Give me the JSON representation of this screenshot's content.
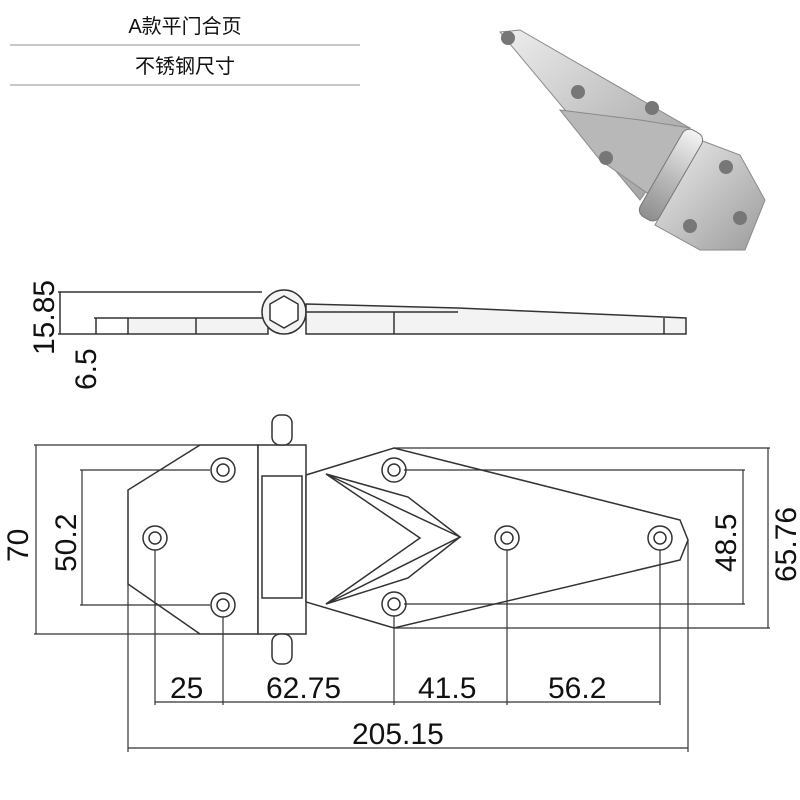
{
  "header": {
    "title": "A款平门合页",
    "subtitle": "不锈钢尺寸"
  },
  "side_view": {
    "dim_total_height": "15.85",
    "dim_plate_thickness": "6.5"
  },
  "front_view": {
    "dim_height_overall": "70",
    "dim_hole_vertical_left": "50.2",
    "dim_hole_vertical_right": "48.5",
    "dim_height_right_wing": "65.76",
    "dim_seg_1": "25",
    "dim_seg_2": "62.75",
    "dim_seg_3": "41.5",
    "dim_seg_4": "56.2",
    "dim_total_length": "205.15"
  },
  "colors": {
    "line": "#333333",
    "steel_light": "#d9d9d9",
    "steel_dark": "#9a9a9a"
  }
}
